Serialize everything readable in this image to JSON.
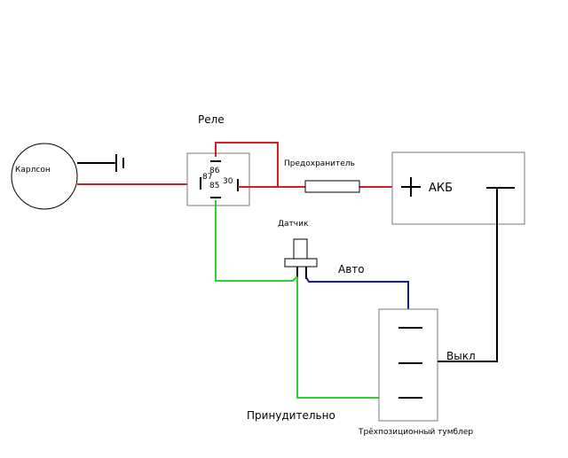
{
  "labels": {
    "fan": "Карлсон",
    "relay": "Реле",
    "pin86": "86",
    "pin87": "87",
    "pin30": "30",
    "pin85": "85",
    "fuse": "Предохранитель",
    "battery": "АКБ",
    "sensor": "Датчик",
    "auto": "Авто",
    "off": "Выкл",
    "forced": "Принудительно",
    "switch": "Трёхпозиционный тумблер"
  },
  "colors": {
    "red": "#d42020",
    "green": "#33cc33",
    "blue": "#1a1aa0",
    "black": "#000000",
    "box": "#777777"
  }
}
